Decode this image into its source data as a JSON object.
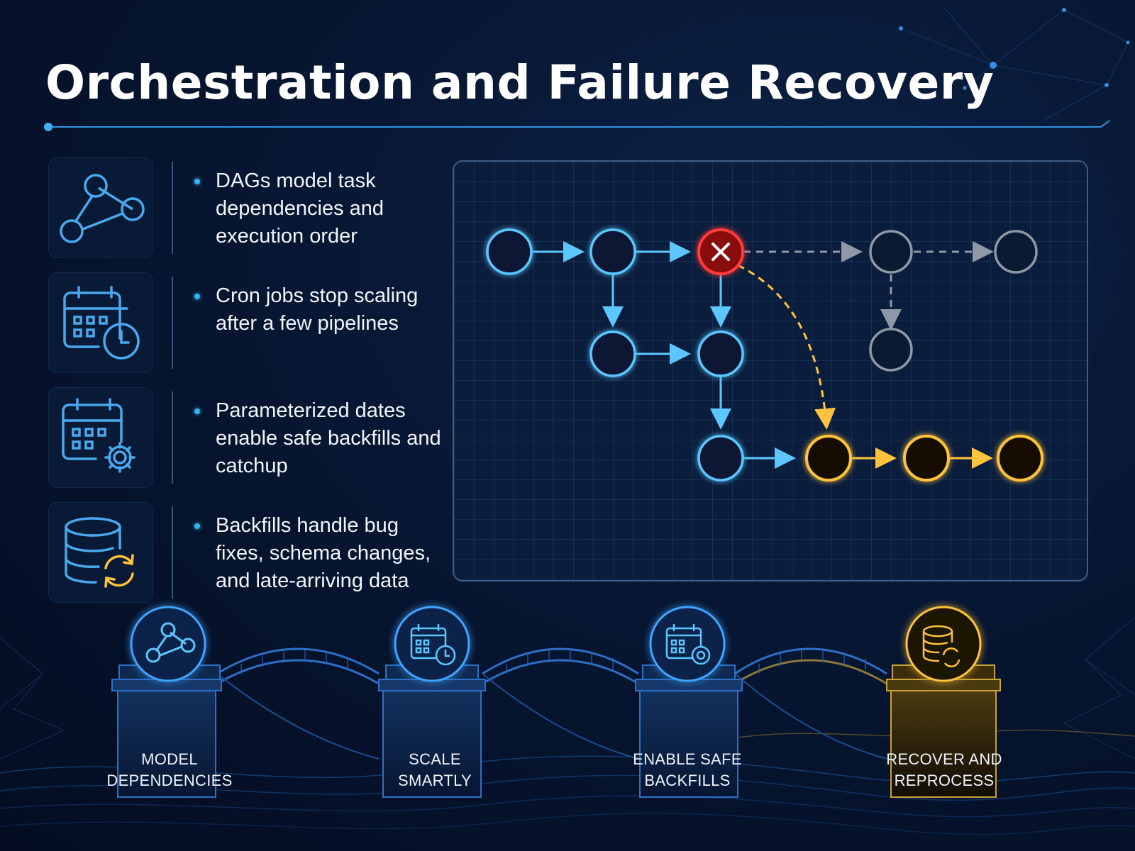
{
  "title": "Orchestration and Failure Recovery",
  "bullets": [
    {
      "icon": "dag-graph-icon",
      "text": "DAGs model task dependencies and execution order"
    },
    {
      "icon": "calendar-clock-icon",
      "text": "Cron jobs stop scaling after a few pipelines"
    },
    {
      "icon": "calendar-gear-icon",
      "text": "Parameterized dates enable safe backfills and catchup"
    },
    {
      "icon": "database-refresh-icon",
      "text": "Backfills handle bug fixes, schema changes, and late-arriving data"
    }
  ],
  "diagram": {
    "failed_node_icon": "x-icon",
    "node_states": [
      "completed",
      "failed",
      "skipped",
      "reprocessed"
    ],
    "colors": {
      "completed": "#5cc6ff",
      "failed": "#ff3b3b",
      "skipped": "#8f98a6",
      "reprocessed": "#ffc23d",
      "background": "#071632"
    }
  },
  "steps": [
    {
      "icon": "dag-graph-icon",
      "line1": "MODEL",
      "line2": "DEPENDENCIES",
      "color": "#3fa3ff"
    },
    {
      "icon": "calendar-clock-icon",
      "line1": "SCALE",
      "line2": "SMARTLY",
      "color": "#3fa3ff"
    },
    {
      "icon": "calendar-gear-icon",
      "line1": "ENABLE SAFE",
      "line2": "BACKFILLS",
      "color": "#3fa3ff"
    },
    {
      "icon": "database-refresh-icon",
      "line1": "RECOVER AND",
      "line2": "REPROCESS",
      "color": "#ffc23d"
    }
  ]
}
